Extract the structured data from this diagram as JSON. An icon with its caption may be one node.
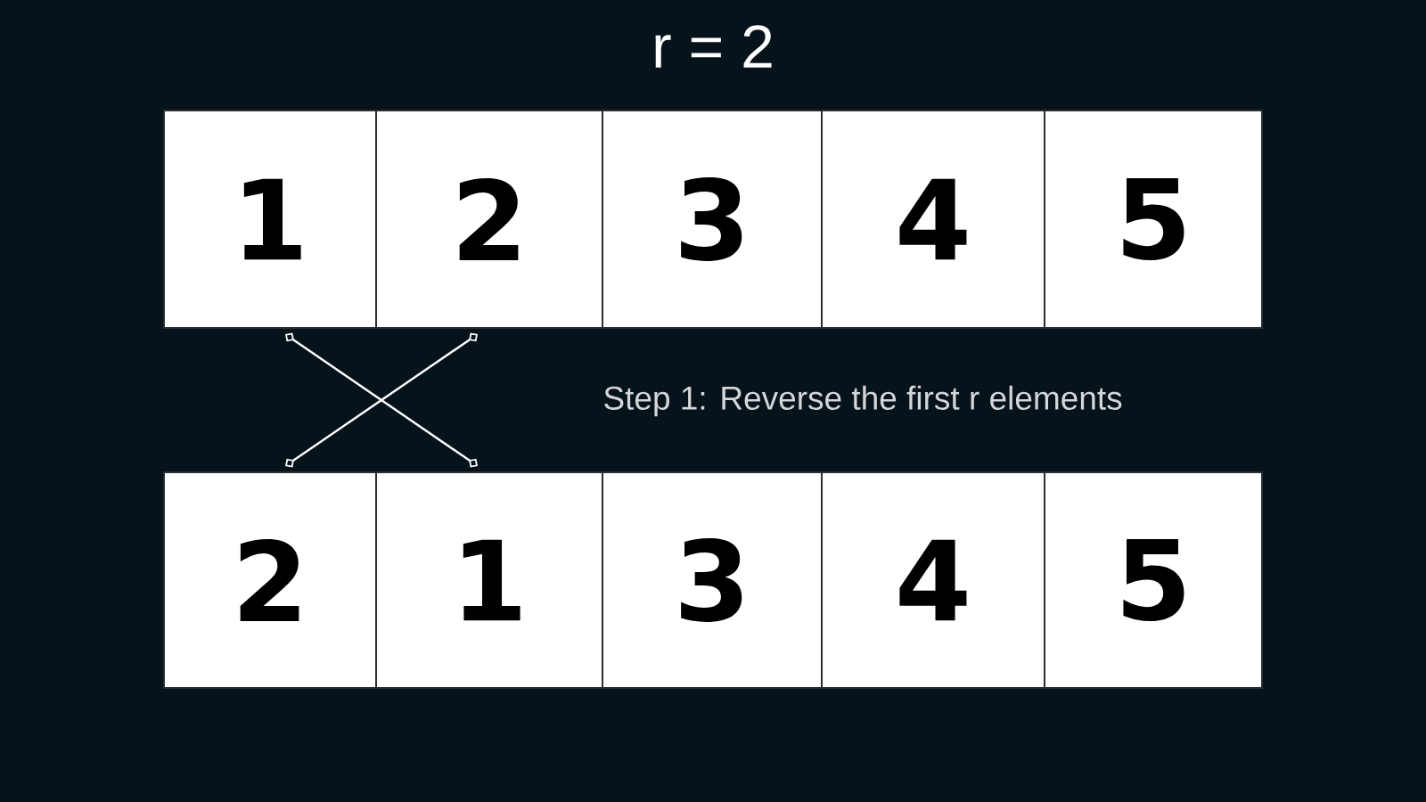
{
  "diagram": {
    "title": "r = 2",
    "nodes": [
      {
        "text": [
          "1"
        ]
      },
      {
        "text": [
          "2"
        ]
      },
      {
        "text": [
          "3"
        ]
      },
      {
        "text": [
          "4"
        ]
      },
      {
        "text": [
          "5"
        ]
      },
      {
        "text": [
          "2"
        ]
      },
      {
        "text": [
          "1"
        ]
      },
      {
        "text": [
          "3"
        ]
      },
      {
        "text": [
          "4"
        ]
      },
      {
        "text": [
          "5"
        ]
      }
    ],
    "edges": [
      {
        "from": 0,
        "to": 6,
        "arrow": "other"
      },
      {
        "from": 1,
        "to": 5,
        "arrow": "other"
      }
    ],
    "labels": [
      "Step 1: Reverse the first r elements"
    ]
  }
}
